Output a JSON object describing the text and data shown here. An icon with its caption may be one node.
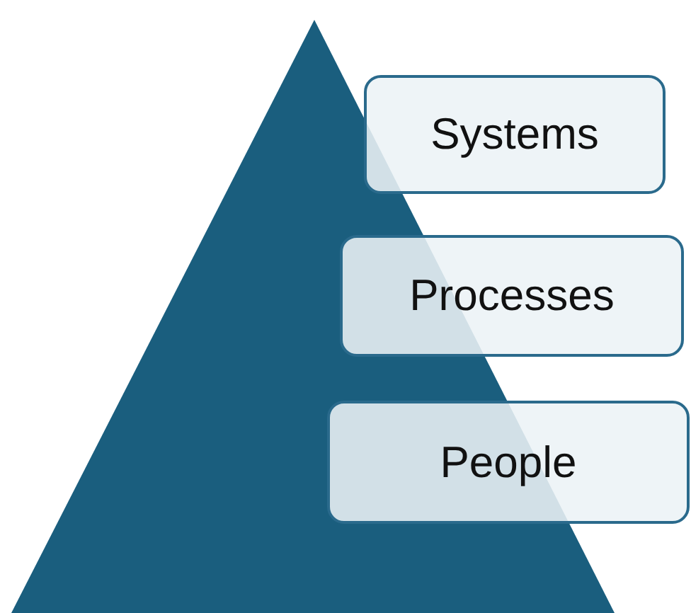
{
  "diagram": {
    "nodes": [
      {
        "text": [
          "Systems"
        ]
      },
      {
        "text": [
          "Processes"
        ]
      },
      {
        "text": [
          "People"
        ]
      }
    ]
  }
}
